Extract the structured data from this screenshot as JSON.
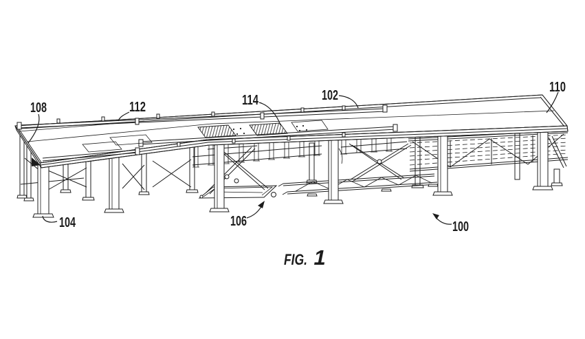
{
  "figure": {
    "caption_prefix": "FIG.",
    "caption_number": "1",
    "labels": {
      "l100": "100",
      "l102": "102",
      "l104": "104",
      "l106": "106",
      "l108": "108",
      "l110": "110",
      "l112": "112",
      "l114": "114"
    },
    "ink_color": "#1c1c1c",
    "paper_color": "#ffffff"
  }
}
